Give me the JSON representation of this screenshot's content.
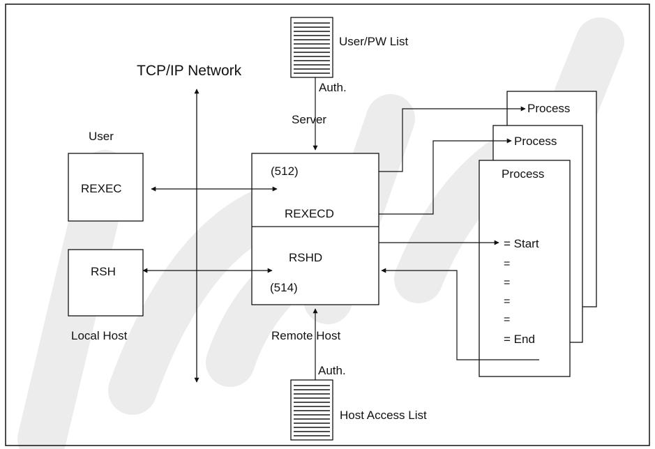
{
  "network_label": "TCP/IP Network",
  "user_label": "User",
  "local_host_label": "Local Host",
  "rexec_label": "REXEC",
  "rsh_label": "RSH",
  "port_512": "(512)",
  "port_514": "(514)",
  "rexecd_label": "REXECD",
  "rshd_label": "RSHD",
  "user_pw_list": "User/PW List",
  "auth_top": "Auth.",
  "server_label": "Server",
  "remote_host_label": "Remote Host",
  "auth_bottom": "Auth.",
  "host_access_list": "Host Access List",
  "process_1": "Process",
  "process_2": "Process",
  "process_3": "Process",
  "start_line": "=  Start",
  "equals": "=",
  "end_line": "=  End",
  "colors": {
    "line": "#111111",
    "background": "#ffffff",
    "watermark": "#eeeeee"
  }
}
